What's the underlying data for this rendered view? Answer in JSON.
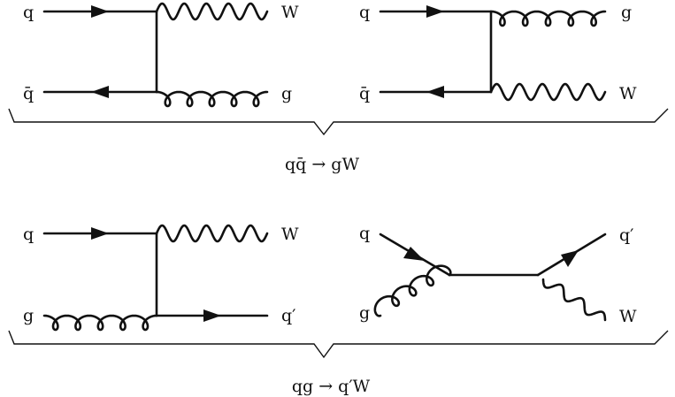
{
  "diagrams": {
    "d1": {
      "in_top": "q",
      "in_bottom": "q̄",
      "out_top": "W",
      "out_bottom": "g"
    },
    "d2": {
      "in_top": "q",
      "in_bottom": "q̄",
      "out_top": "g",
      "out_bottom": "W"
    },
    "d3": {
      "in_top": "q",
      "in_bottom": "g",
      "out_top": "W",
      "out_bottom": "q′"
    },
    "d4": {
      "in_top": "q",
      "in_bottom": "g",
      "out_top": "q′",
      "out_bottom": "W"
    }
  },
  "captions": {
    "top": "qq̄ → gW",
    "bottom": "qg → q′W"
  }
}
